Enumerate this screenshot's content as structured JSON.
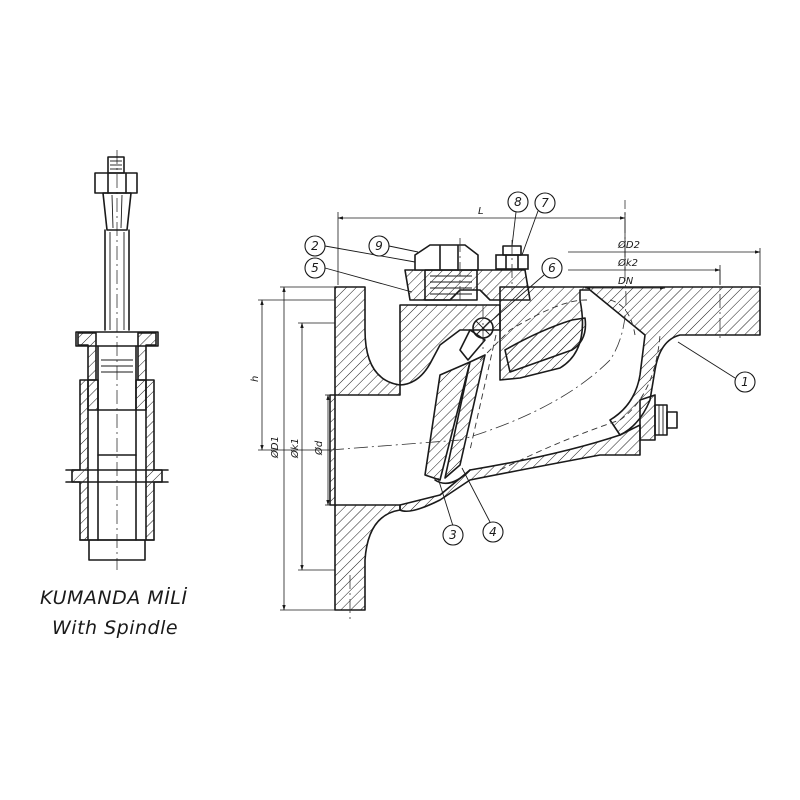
{
  "caption": {
    "line1": "KUMANDA MİLİ",
    "line2": "With Spindle"
  },
  "dimensions": {
    "length": "L",
    "height": "h",
    "outer_diameter_d1": "ØD1",
    "bolt_circle_k1": "Øk1",
    "bore_d": "Ød",
    "outer_diameter_d2": "ØD2",
    "bolt_circle_k2": "Øk2",
    "nominal_diameter": "DN"
  },
  "balloons": [
    "1",
    "2",
    "3",
    "4",
    "5",
    "6",
    "7",
    "8",
    "9"
  ]
}
